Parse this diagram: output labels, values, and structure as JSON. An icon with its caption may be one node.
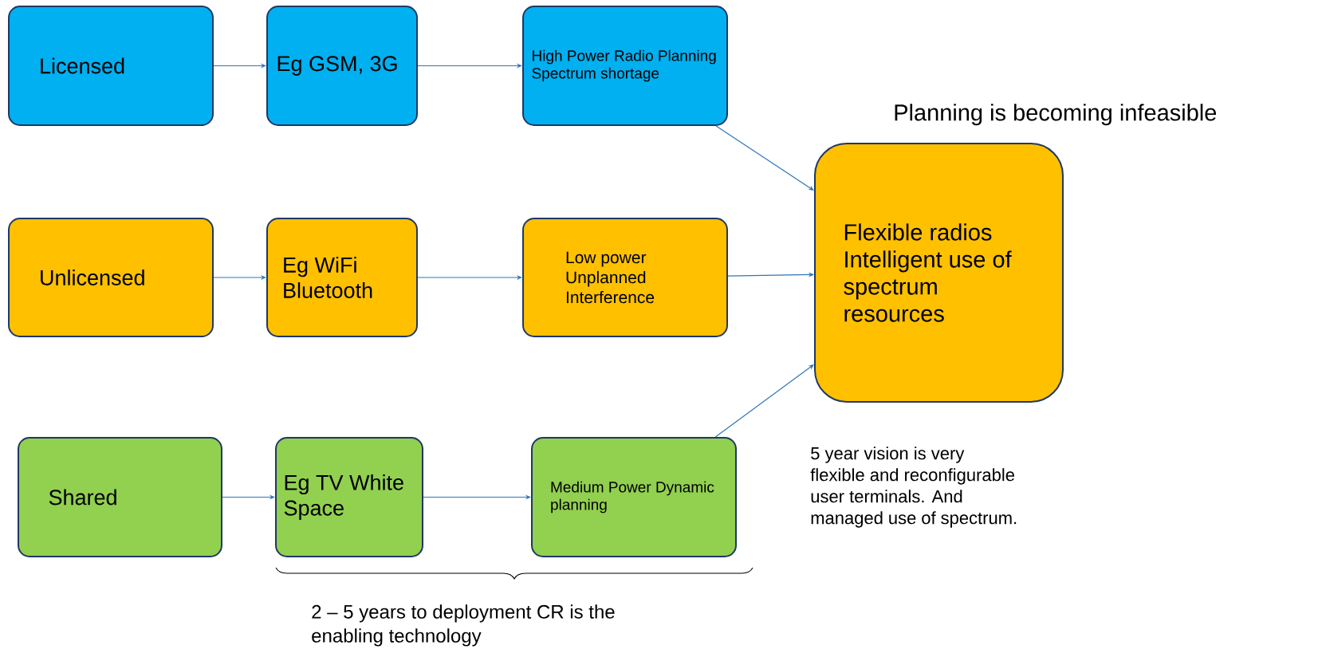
{
  "diagram": {
    "nodes": [
      {
        "text": [
          "Licensed"
        ]
      },
      {
        "text": [
          "Eg GSM, 3G"
        ]
      },
      {
        "text": [
          "High Power Radio Planning Spectrum shortage"
        ]
      },
      {
        "text": [
          "Unlicensed"
        ]
      },
      {
        "text": [
          "Eg WiFi Bluetooth"
        ]
      },
      {
        "text": [
          "Low power Unplanned Interference"
        ]
      },
      {
        "text": [
          "Shared"
        ]
      },
      {
        "text": [
          "Eg TV White Space"
        ]
      },
      {
        "text": [
          "Medium Power Dynamic planning"
        ]
      },
      {
        "text": [
          "Flexible radios Intelligent use of spectrum resources"
        ]
      }
    ],
    "edges": [
      {
        "from": 0,
        "to": 1,
        "arrow": "to"
      },
      {
        "from": 1,
        "to": 2,
        "arrow": "to"
      },
      {
        "from": 2,
        "to": 9,
        "arrow": "to"
      },
      {
        "from": 3,
        "to": 4,
        "arrow": "to"
      },
      {
        "from": 4,
        "to": 5,
        "arrow": "to"
      },
      {
        "from": 5,
        "to": 9,
        "arrow": "to"
      },
      {
        "from": 6,
        "to": 7,
        "arrow": "to"
      },
      {
        "from": 7,
        "to": 8,
        "arrow": "to"
      },
      {
        "from": 8,
        "to": 9,
        "arrow": "to"
      }
    ],
    "labels": [
      "Planning is becoming infeasible",
      "2 – 5 years to deployment CR is the enabling technology",
      "5 year vision is very flexible and reconfigurable user terminals. And managed use of spectrum."
    ]
  }
}
